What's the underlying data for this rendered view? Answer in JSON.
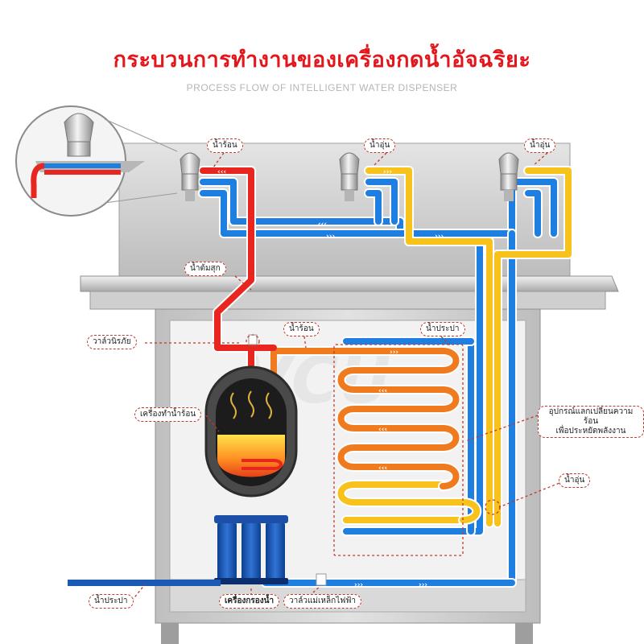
{
  "title": "กระบวนการทำงานของเครื่องกดน้ำอัจฉริยะ",
  "subtitle": "PROCESS FLOW OF INTELLIGENT WATER DISPENSER",
  "labels": {
    "tap_hot": "น้ำร้อน",
    "tap_warm_1": "น้ำอุ่น",
    "tap_warm_2": "น้ำอุ่น",
    "boiled_water": "น้ำต้มสุก",
    "safety_valve": "วาล์วนิรภัย",
    "hot_water_pipe": "น้ำร้อน",
    "tap_water_pipe": "น้ำประปา",
    "water_heater": "เครื่องทำน้ำร้อน",
    "heat_exchanger_line1": "อุปกรณ์แลกเปลี่ยนความร้อน",
    "heat_exchanger_line2": "เพื่อประหยัดพลังงาน",
    "warm_water": "น้ำอุ่น",
    "tap_water_inlet": "น้ำประปา",
    "water_filter": "เครื่องกรองน้ำ",
    "solenoid_valve": "วาล์วแม่เหล็กไฟฟ้า"
  },
  "colors": {
    "hot": "#e8261f",
    "cold": "#1f7fe0",
    "warm": "#f6c21b",
    "exchanger": "#f07a1e",
    "steel": "#c8c8c8",
    "label_border": "#c0392b"
  },
  "icons": [
    "faucet-icon",
    "heater-tank-icon",
    "filter-cartridge-icon",
    "valve-icon",
    "flow-arrow-icon"
  ]
}
